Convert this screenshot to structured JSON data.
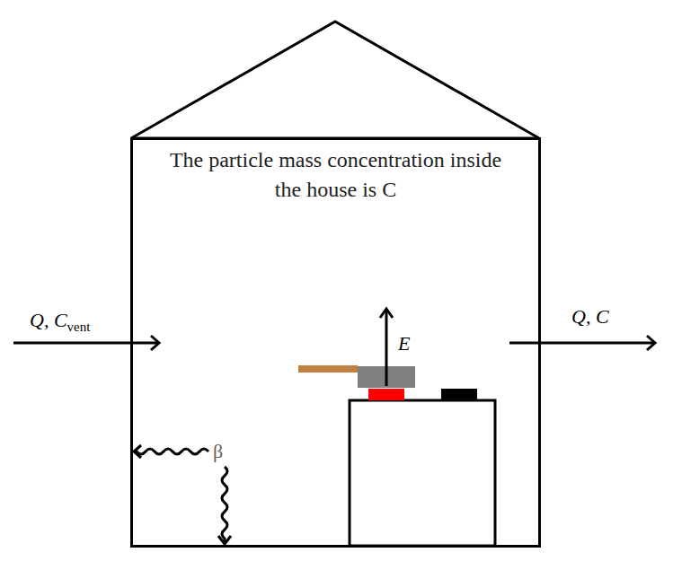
{
  "diagram": {
    "nodes": [
      {
        "text": [
          "The particle mass concentration inside the house is C"
        ]
      }
    ],
    "labels": [
      "Q, C",
      "vent",
      "E",
      "Q, C",
      "β"
    ]
  }
}
